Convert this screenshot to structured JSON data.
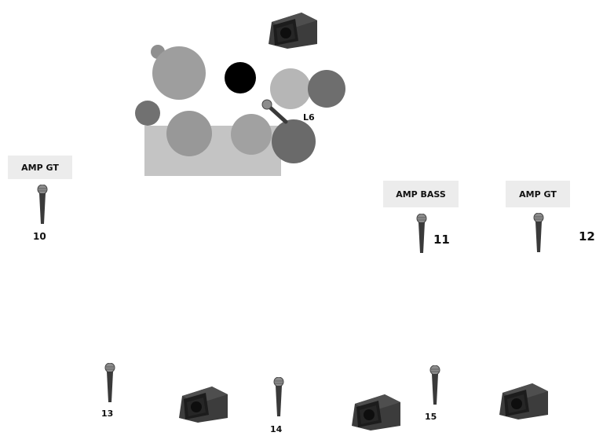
{
  "drumset": {
    "mic_label": "L6"
  },
  "amps": [
    {
      "label": "AMP GT"
    },
    {
      "label": "AMP BASS"
    },
    {
      "label": "AMP GT"
    }
  ],
  "mics": [
    {
      "number": "10"
    },
    {
      "number": "11"
    },
    {
      "number": "12"
    },
    {
      "number": "13"
    },
    {
      "number": "14"
    },
    {
      "number": "15"
    }
  ],
  "colors": {
    "drum_riser": "#c4c4c4",
    "drum_shell": "#9b9b9b",
    "cymbal_dark": "#6a6a6a",
    "kick": "#000000",
    "amp_bg": "#ececec",
    "monitor": "#2b2b2b"
  },
  "icons": {
    "microphone": "microphone-icon",
    "monitor": "stage-monitor-icon"
  }
}
